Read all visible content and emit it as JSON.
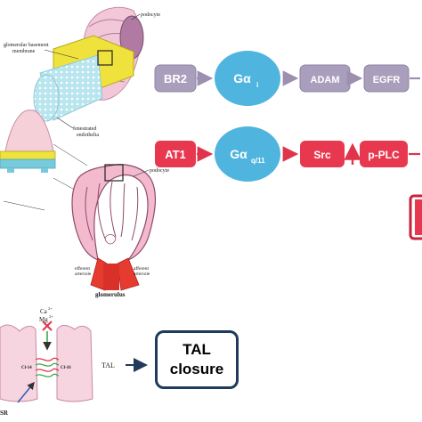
{
  "anatomy": {
    "podocyte_top": "podocyte",
    "gbm_line1": "glomerular basement",
    "gbm_line2": "membrane",
    "fenestrated_line1": "fenestrated",
    "fenestrated_line2": "endothelia",
    "podocyte_glom": "podocyte",
    "efferent_line1": "efferent",
    "efferent_line2": "arteriole",
    "afferent_line1": "afferent",
    "afferent_line2": "arteriole",
    "glomerulus": "glomerulus"
  },
  "pathway1": {
    "receptor": "BR2",
    "g_protein": "Gα",
    "g_protein_sub": "i",
    "step1": "ADAM",
    "step2": "EGFR"
  },
  "pathway2": {
    "receptor": "AT1",
    "g_protein": "Gα",
    "g_protein_sub": "q/11",
    "step1": "Src",
    "step2": "p-PLC"
  },
  "tubule": {
    "ca": "Ca",
    "ca_sup": "2+",
    "mg": "Mg",
    "mg_sup": "2+",
    "cl14": "Cl-14",
    "cl16": "Cl-16",
    "tal": "TAL",
    "bottom_label": "SR"
  },
  "tal_box": {
    "line1": "TAL",
    "line2": "closure"
  },
  "colors": {
    "gray_box": "#a99fbc",
    "gray_box_border": "#8e83a4",
    "blue_circle": "#4fb5de",
    "red_box": "#e8384f",
    "purple_arrow": "#9d8fb0",
    "red_arrow": "#e0344c",
    "navy_arrow": "#1f3a5a"
  }
}
